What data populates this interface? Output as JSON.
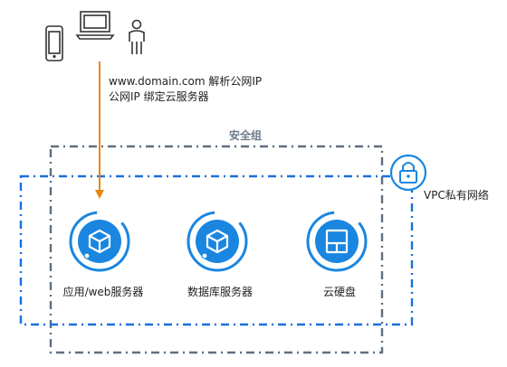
{
  "annotation": {
    "line1": "www.domain.com 解析公网IP",
    "line2": "公网IP 绑定云服务器"
  },
  "security_group": {
    "label": "安全组"
  },
  "vpc": {
    "label": "VPC私有网络"
  },
  "nodes": [
    {
      "label": "应用/web服务器"
    },
    {
      "label": "数据库服务器"
    },
    {
      "label": "云硬盘"
    }
  ],
  "colors": {
    "accent_blue": "#1a86e0",
    "vpc_border": "#1a6fe0",
    "sg_border": "#5f6f80",
    "arrow": "#e8870f"
  }
}
